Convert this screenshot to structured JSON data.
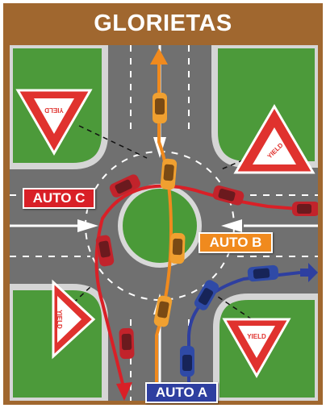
{
  "header": {
    "title": "GLORIETAS"
  },
  "labels": {
    "auto_a": "AUTO A",
    "auto_b": "AUTO B",
    "auto_c": "AUTO C"
  },
  "signs": {
    "yield_text": "YIELD"
  },
  "colors": {
    "frame": "#a0672f",
    "grass": "#4c9a3a",
    "road": "#6f6f6f",
    "sidewalk": "#cfcfcf",
    "sign_red": "#e0322e",
    "auto_a": "#2e3fa0",
    "auto_b": "#f08a1e",
    "auto_c": "#d92027",
    "car_red": "#c2232b",
    "car_orange": "#f0a030",
    "car_blue": "#2f4aa6"
  },
  "icons": {
    "yield_sign": "yield-sign-icon",
    "path_arrow": "arrow-icon",
    "car": "car-icon"
  }
}
